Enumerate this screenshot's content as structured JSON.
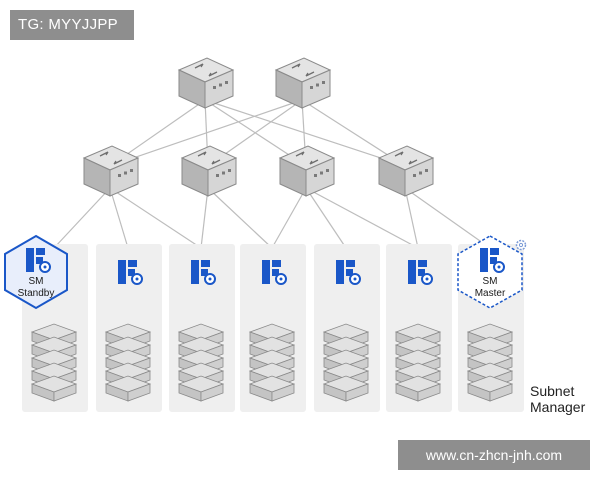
{
  "watermark_top": "TG: MYYJJPP",
  "watermark_bottom": "www.cn-zhcn-jnh.com",
  "subnet_manager_label": [
    "Subnet",
    "Manager"
  ],
  "sm_standby_label": [
    "SM",
    "Standby"
  ],
  "sm_master_label": [
    "SM",
    "Master"
  ],
  "colors": {
    "switch_face": "#d6d6d6",
    "switch_side": "#b5b5b5",
    "link_line": "#bdbdbd",
    "node_panel": "#efefef",
    "server": "#cfcfcf",
    "sm_blue": "#1a57c8",
    "standby_fill": "#e8eefb",
    "standby_border": "#1a57c8",
    "master_border": "#1a57c8"
  },
  "icons": [
    "switch-icon",
    "server-stack-icon",
    "subnet-manager-icon",
    "gear-icon"
  ]
}
